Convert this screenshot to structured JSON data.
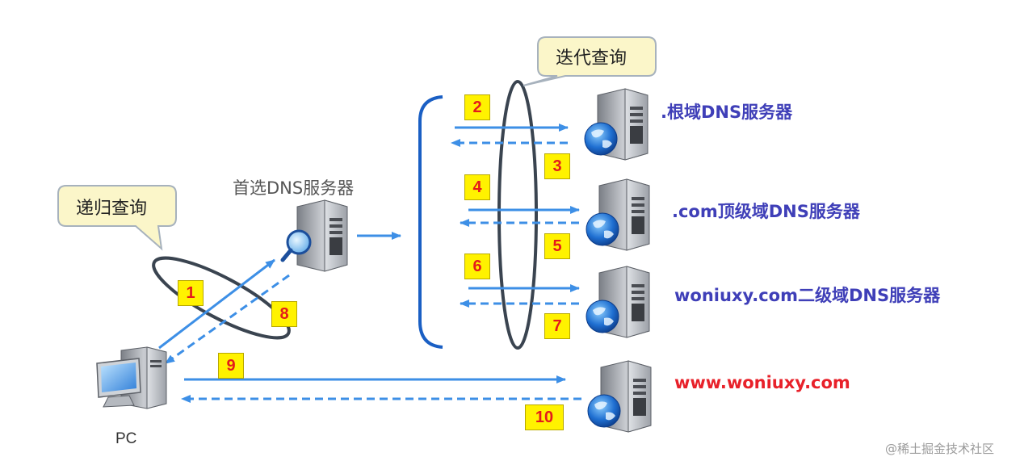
{
  "callouts": {
    "iterative": "迭代查询",
    "recursive": "递归查询"
  },
  "labels": {
    "preferred_dns": "首选DNS服务器",
    "pc": "PC",
    "root_dns": ".根域DNS服务器",
    "com_dns": ".com顶级域DNS服务器",
    "second_dns": "woniuxy.com二级域DNS服务器",
    "www_host": "www.woniuxy.com"
  },
  "steps": [
    "1",
    "2",
    "3",
    "4",
    "5",
    "6",
    "7",
    "8",
    "9",
    "10"
  ],
  "watermark": "@稀土掘金技术社区",
  "colors": {
    "arrow": "#3d8fe6",
    "bracket": "#1a5fc4",
    "ellipse": "#3a4450",
    "server_label": "#3f3fb8",
    "www_label": "#e8212a",
    "step_fill": "#fff200",
    "step_text": "#e41b1b",
    "callout_fill": "#fbf6c9"
  },
  "icons": [
    "server-globe-icon",
    "server-magnifier-icon",
    "pc-icon"
  ]
}
